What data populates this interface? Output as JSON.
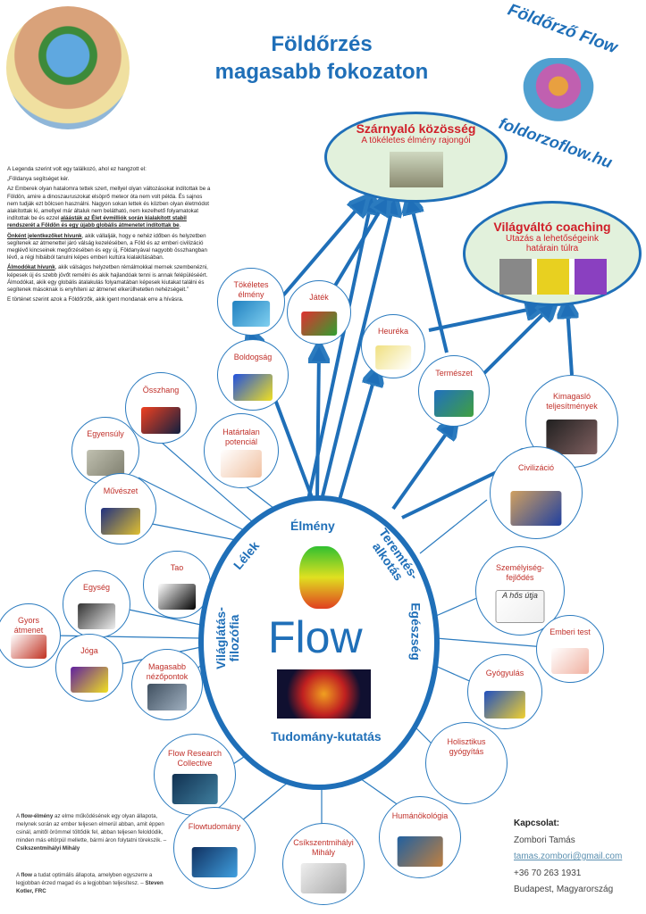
{
  "title": {
    "line1": "Földőrzés",
    "line2": "magasabb fokozaton"
  },
  "logo": {
    "name": "Földőrző Flow",
    "url": "foldorzoflow.hu"
  },
  "legend": {
    "p1": "A Legenda szerint volt egy találkozó, ahol ez hangzott el:",
    "p2": "„Földanya segítséget kér.",
    "p3a": "Az Emberek olyan hatalomra tettek szert, mellyel olyan változásokat indítottak be a Földön, amire a dinoszauruszokat elsöprő meteor óta nem volt példa. És sajnos nem tudják ezt bölcsen használni. Nagyon sokan lettek és közben olyan életmódot alakítottak ki, amellyel már általuk nem belátható, nem kezelhető folyamatokat indítottak be és ezzel ",
    "p3b": "aláásták az Élet évmilliók során kialakított stabil rendszerét a Földön és egy újabb globális átmenetet indítottak be",
    "p4a": "Önként jelentkezőket hívunk",
    "p4b": ", akik vállalják, hogy e nehéz időben és helyzetben segítenek az átmenettel járó válság kezelésében, a Föld és az emberi civilizáció meglévő kincseinek megőrzésében és egy új, Földanyával nagyobb összhangban lévő, a régi hibáiból tanulni képes emberi kultúra kialakításában.",
    "p5a": "Álmodókat hívunk",
    "p5b": ", akik válságos helyzetben rémálmokkal mernek szembenézni, képesek új és szebb jövőt remélni és akik hajlandóak tenni is annak felépüléséért. Álmodókat, akik egy globális átalakulás folyamatában képesek kiutakat találni és segítenek másoknak is enyhíteni az átmenet elkerülhetetlen nehézségeit.”",
    "p6": "E történet szerint azok a Földőrzők, akik igent mondanak erre a hívásra."
  },
  "top_nodes": [
    {
      "title": "Szárnyaló közösség",
      "sub": "A tökéletes élmény rajongói"
    },
    {
      "title": "Világváltó coaching",
      "sub": "Utazás a lehetőségeink határain túlra"
    }
  ],
  "main": {
    "flow": "Flow",
    "sections": [
      "Élmény",
      "Teremtés-alkotás",
      "Egészség",
      "Tudomány-kutatás",
      "Világlátás-filozófia",
      "Lélek"
    ]
  },
  "nodes": [
    "Tökéletes élmény",
    "Játék",
    "Heuréka",
    "Természet",
    "Boldogság",
    "Összhang",
    "Egyensúly",
    "Határtalan potenciál",
    "Művészet",
    "Kimagasló teljesítmények",
    "Civilizáció",
    "Tao",
    "Egység",
    "Gyors átmenet",
    "Jóga",
    "Magasabb nézőpontok",
    "Személyiség-fejlődés",
    "Emberi test",
    "Gyógyulás",
    "Holisztikus gyógyítás",
    "Flow Research Collective",
    "Flowtudomány",
    "Csíkszentmihályi Mihály",
    "Humánökológia"
  ],
  "personality_img_text": "A hős útja",
  "quotes": {
    "q1a": "A ",
    "q1b": "flow-élmény",
    "q1c": " az elme működésének egy olyan állapota, melynek során az ember teljesen elmerül abban, amit éppen csinál, amitől örömmel töltődik fel, abban teljesen feloldódik, minden más eltörpül mellette, bármi áron folytatni törekszik. – ",
    "q1d": "Csíkszentmihályi Mihály",
    "q2a": "A ",
    "q2b": "flow",
    "q2c": " a tudat optimális állapota, amelyben egyszerre a legjobban érzed magad és a legjobban teljesítesz. – ",
    "q2d": "Steven Kotler, FRC"
  },
  "contact": {
    "heading": "Kapcsolat:",
    "name": "Zombori Tamás",
    "email": "tamas.zombori@gmail.com",
    "phone": "+36 70 263 1931",
    "city": "Budapest, Magyarország"
  },
  "colors": {
    "blue": "#1f6fb8",
    "red": "#c0302a",
    "green": "#e2f1dc"
  }
}
